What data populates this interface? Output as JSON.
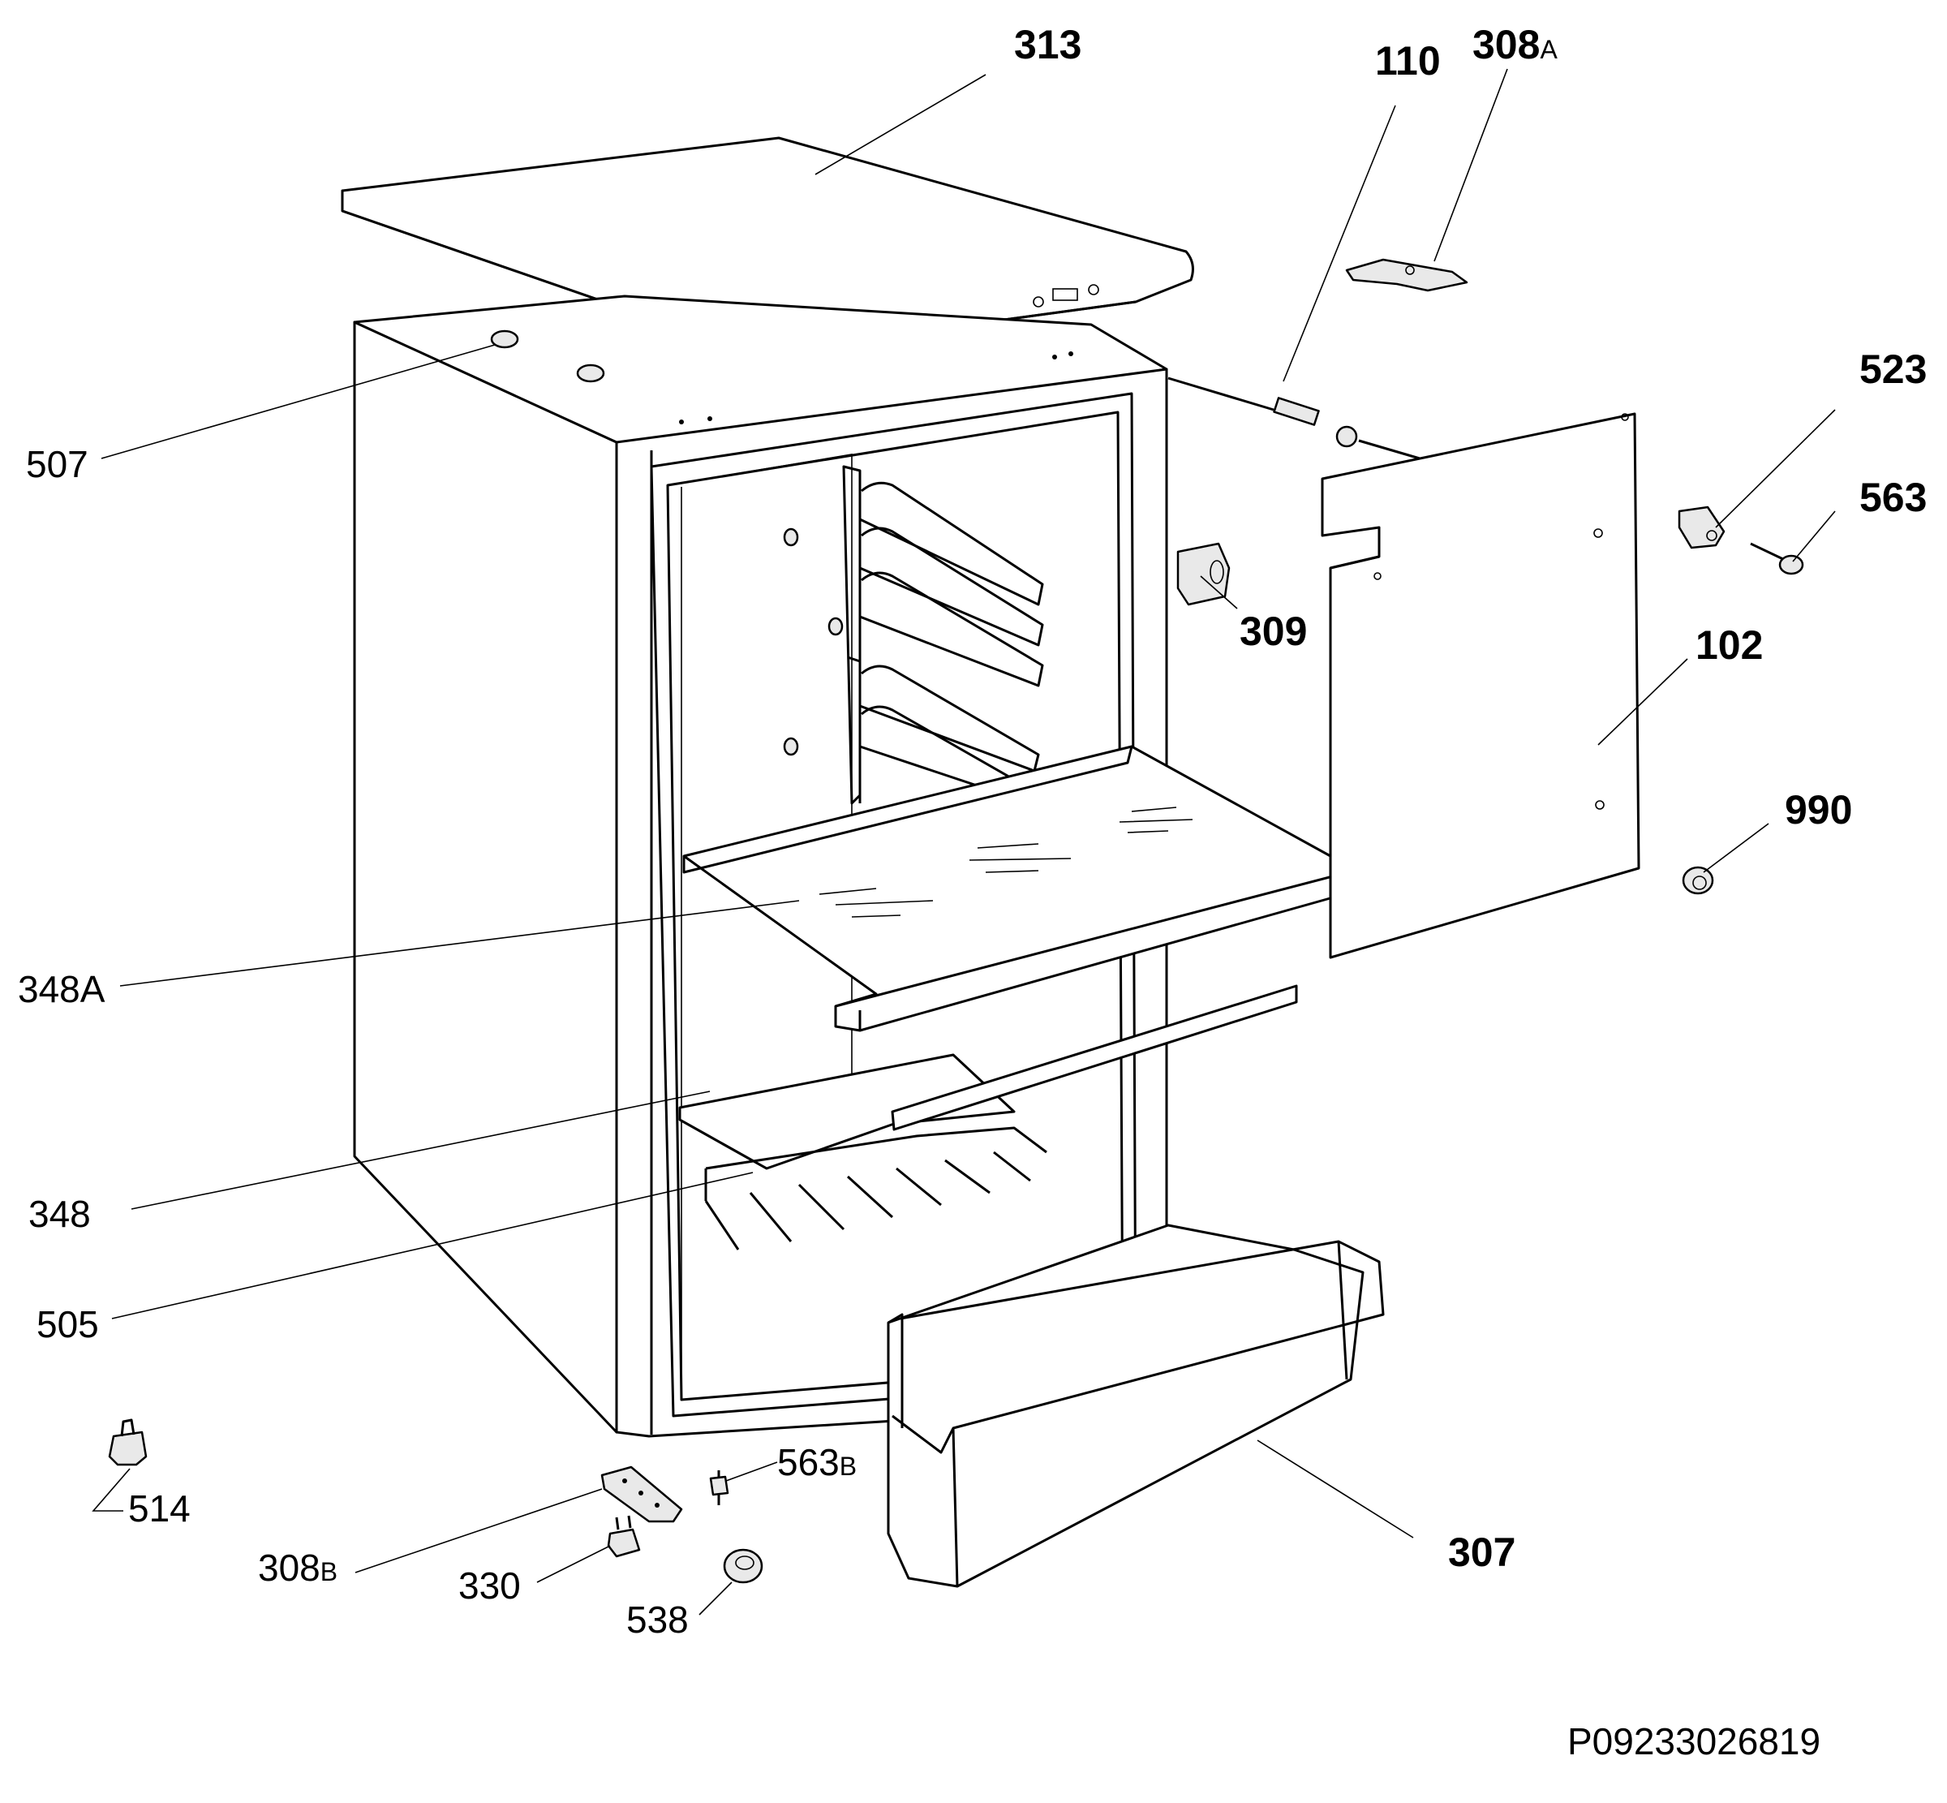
{
  "labels": {
    "l313": "313",
    "l110": "110",
    "l308a_num": "308",
    "l308a_suffix": "A",
    "l523": "523",
    "l563": "563",
    "l507": "507",
    "l309": "309",
    "l102": "102",
    "l990": "990",
    "l348a": "348A",
    "l348": "348",
    "l505": "505",
    "l514": "514",
    "l563b_num": "563",
    "l563b_suffix": "B",
    "l307": "307",
    "l308b_num": "308",
    "l308b_suffix": "B",
    "l330": "330",
    "l538": "538"
  },
  "drawing_number": "P09233026819"
}
